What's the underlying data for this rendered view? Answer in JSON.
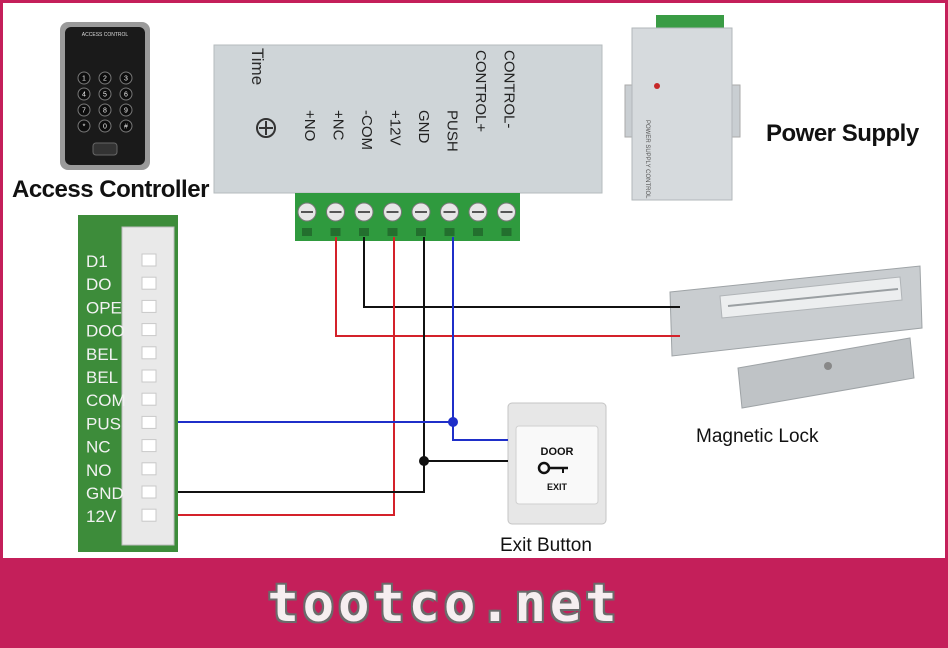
{
  "labels": {
    "access_controller": "Access Controller",
    "power_supply": "Power Supply",
    "magnetic_lock": "Magnetic Lock",
    "exit_button": "Exit Button"
  },
  "relay": {
    "time": "Time",
    "terminals": [
      "+NO",
      "+NC",
      "-COM",
      "+12V",
      "GND",
      "PUSH",
      "CONTROL+",
      "CONTROL-"
    ]
  },
  "controller_pins": [
    "D1",
    "DO",
    "OPE",
    "DOO",
    "BEL",
    "BEL",
    "COM",
    "PUS",
    "NC",
    "NO",
    "GND",
    "12V"
  ],
  "keypad": {
    "header": "ACCESS CONTROL",
    "keys": [
      "1",
      "2",
      "3",
      "4",
      "5",
      "6",
      "7",
      "8",
      "9",
      "*",
      "0",
      "#"
    ]
  },
  "exit_button": {
    "top": "DOOR",
    "bottom": "EXIT"
  },
  "power_supply_unit": {
    "side_text": "POWER SUPPLY CONTROL"
  },
  "brand": "tootco.net",
  "colors": {
    "red_wire": "#d4212a",
    "blue_wire": "#1f2fc9",
    "black_wire": "#111111",
    "brand_band": "#c41f5a"
  }
}
